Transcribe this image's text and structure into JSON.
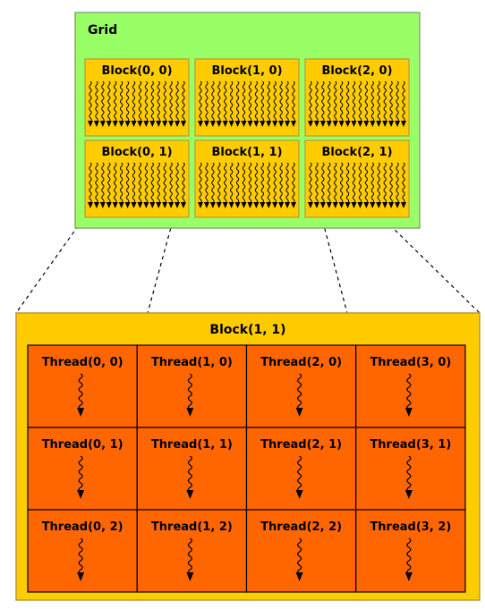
{
  "grid": {
    "title": "Grid",
    "blocks": [
      {
        "label": "Block(0, 0)"
      },
      {
        "label": "Block(1, 0)"
      },
      {
        "label": "Block(2, 0)"
      },
      {
        "label": "Block(0, 1)"
      },
      {
        "label": "Block(1, 1)"
      },
      {
        "label": "Block(2, 1)"
      }
    ]
  },
  "block_detail": {
    "title": "Block(1, 1)",
    "threads": [
      {
        "label": "Thread(0, 0)"
      },
      {
        "label": "Thread(1, 0)"
      },
      {
        "label": "Thread(2, 0)"
      },
      {
        "label": "Thread(3, 0)"
      },
      {
        "label": "Thread(0, 1)"
      },
      {
        "label": "Thread(1, 1)"
      },
      {
        "label": "Thread(2, 1)"
      },
      {
        "label": "Thread(3, 1)"
      },
      {
        "label": "Thread(0, 2)"
      },
      {
        "label": "Thread(1, 2)"
      },
      {
        "label": "Thread(2, 2)"
      },
      {
        "label": "Thread(3, 2)"
      }
    ]
  },
  "colors": {
    "grid_bg": "#99ff66",
    "grid_border": "#88aa77",
    "block_bg": "#ffcc00",
    "block_border": "#bb9933",
    "thread_bg": "#ff6600",
    "line": "#000000"
  }
}
